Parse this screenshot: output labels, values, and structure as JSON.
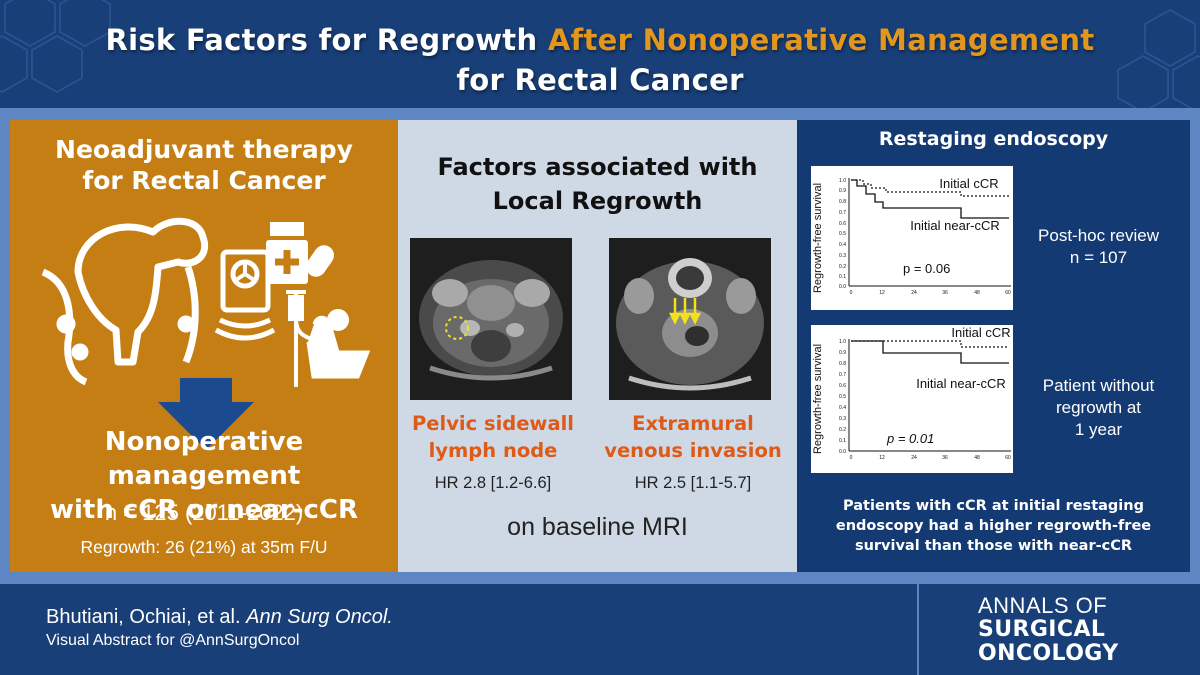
{
  "header": {
    "title_part1": "Risk Factors for Regrowth ",
    "title_accent": "After Nonoperative Management",
    "title_line2": "for Rectal Cancer"
  },
  "colors": {
    "dark_blue": "#183f78",
    "band_blue": "#5d86c3",
    "orange_panel": "#c57e13",
    "title_accent": "#e3961d",
    "factor_orange": "#de5a18",
    "gray_panel": "#cfd9e5"
  },
  "left_panel": {
    "title_line1": "Neoadjuvant therapy",
    "title_line2": "for Rectal Cancer",
    "icons": [
      "rectum-icon",
      "radiation-machine-icon",
      "medicine-bottle-icon",
      "iv-drip-chair-icon"
    ],
    "arrow_icon": "arrow-down-icon",
    "management_line1": "Nonoperative management",
    "management_line2": "with cCR or near-cCR",
    "n_text": "n = 125 (2011-2022)",
    "regrowth_text": "Regrowth: 26 (21%) at 35m F/U"
  },
  "middle_panel": {
    "title_line1": "Factors associated with",
    "title_line2": "Local Regrowth",
    "factor1": {
      "line1": "Pelvic sidewall",
      "line2": "lymph node",
      "hr": "HR 2.8 [1.2-6.6]"
    },
    "factor2": {
      "line1": "Extramural",
      "line2": "venous invasion",
      "hr": "HR 2.5 [1.1-5.7]"
    },
    "baseline": "on baseline MRI"
  },
  "right_panel": {
    "title": "Restaging endoscopy",
    "chart1": {
      "ylabel": "Regrowth-free survival",
      "series1": "Initial cCR",
      "series2": "Initial near-cCR",
      "pvalue": "p = 0.06",
      "y_ticks": [
        "1.0",
        "0.9",
        "0.8",
        "0.7",
        "0.6",
        "0.5",
        "0.4",
        "0.3",
        "0.2",
        "0.1",
        "0.0"
      ],
      "x_ticks": [
        "0",
        "12",
        "24",
        "36",
        "48",
        "60"
      ]
    },
    "chart2": {
      "ylabel": "Regrowth-free survival",
      "series1": "Initial cCR",
      "series2": "Initial near-cCR",
      "pvalue": "p = 0.01",
      "y_ticks": [
        "1.0",
        "0.9",
        "0.8",
        "0.7",
        "0.6",
        "0.5",
        "0.4",
        "0.3",
        "0.2",
        "0.1",
        "0.0"
      ],
      "x_ticks": [
        "0",
        "12",
        "24",
        "36",
        "48",
        "60"
      ]
    },
    "side1_line1": "Post-hoc review",
    "side1_line2": "n = 107",
    "side2_line1": "Patient without",
    "side2_line2": "regrowth at",
    "side2_line3": "1 year",
    "conclusion_line1": "Patients with cCR at initial restaging",
    "conclusion_line2": "endoscopy had a higher regrowth-free",
    "conclusion_line3": "survival than those with near-cCR"
  },
  "footer": {
    "authors": "Bhutiani, Ochiai, et al. ",
    "journal": "Ann Surg Oncol.",
    "visual_abstract": "Visual Abstract for @AnnSurgOncol",
    "brand_line1": "ANNALS OF",
    "brand_line2": "SURGICAL",
    "brand_line3": "ONCOLOGY"
  }
}
